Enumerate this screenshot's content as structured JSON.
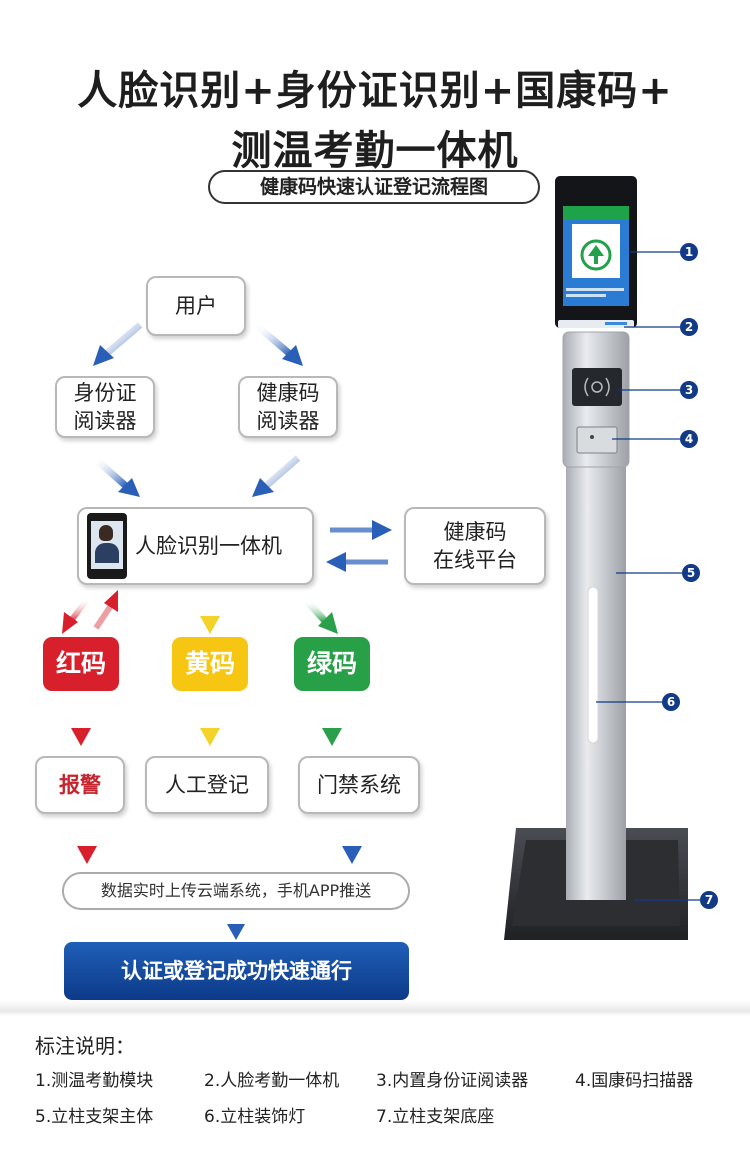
{
  "header": {
    "title_line1": "人脸识别+身份证识别+国康码+",
    "title_line2": "测温考勤一体机",
    "subtitle": "健康码快速认证登记流程图"
  },
  "flow": {
    "user": "用户",
    "id_reader": [
      "身份证",
      "阅读器"
    ],
    "health_reader": [
      "健康码",
      "阅读器"
    ],
    "face_machine": "人脸识别一体机",
    "platform": [
      "健康码",
      "在线平台"
    ],
    "red_code": "红码",
    "yellow_code": "黄码",
    "green_code": "绿码",
    "alarm": "报警",
    "manual_register": "人工登记",
    "door_system": "门禁系统",
    "upload_text": "数据实时上传云端系统，手机APP推送",
    "success_text": "认证或登记成功快速通行"
  },
  "colors": {
    "red": "#d8202c",
    "yellow": "#f6c613",
    "green": "#27a048",
    "blue": "#1f5fb8",
    "callout": "#123a86"
  },
  "callouts": [
    "1",
    "2",
    "3",
    "4",
    "5",
    "6",
    "7"
  ],
  "legend": {
    "title": "标注说明：",
    "items": [
      "1.测温考勤模块",
      "2.人脸考勤一体机",
      "3.内置身份证阅读器",
      "4.国康码扫描器",
      "5.立柱支架主体",
      "6.立柱装饰灯",
      "7.立柱支架底座"
    ]
  }
}
